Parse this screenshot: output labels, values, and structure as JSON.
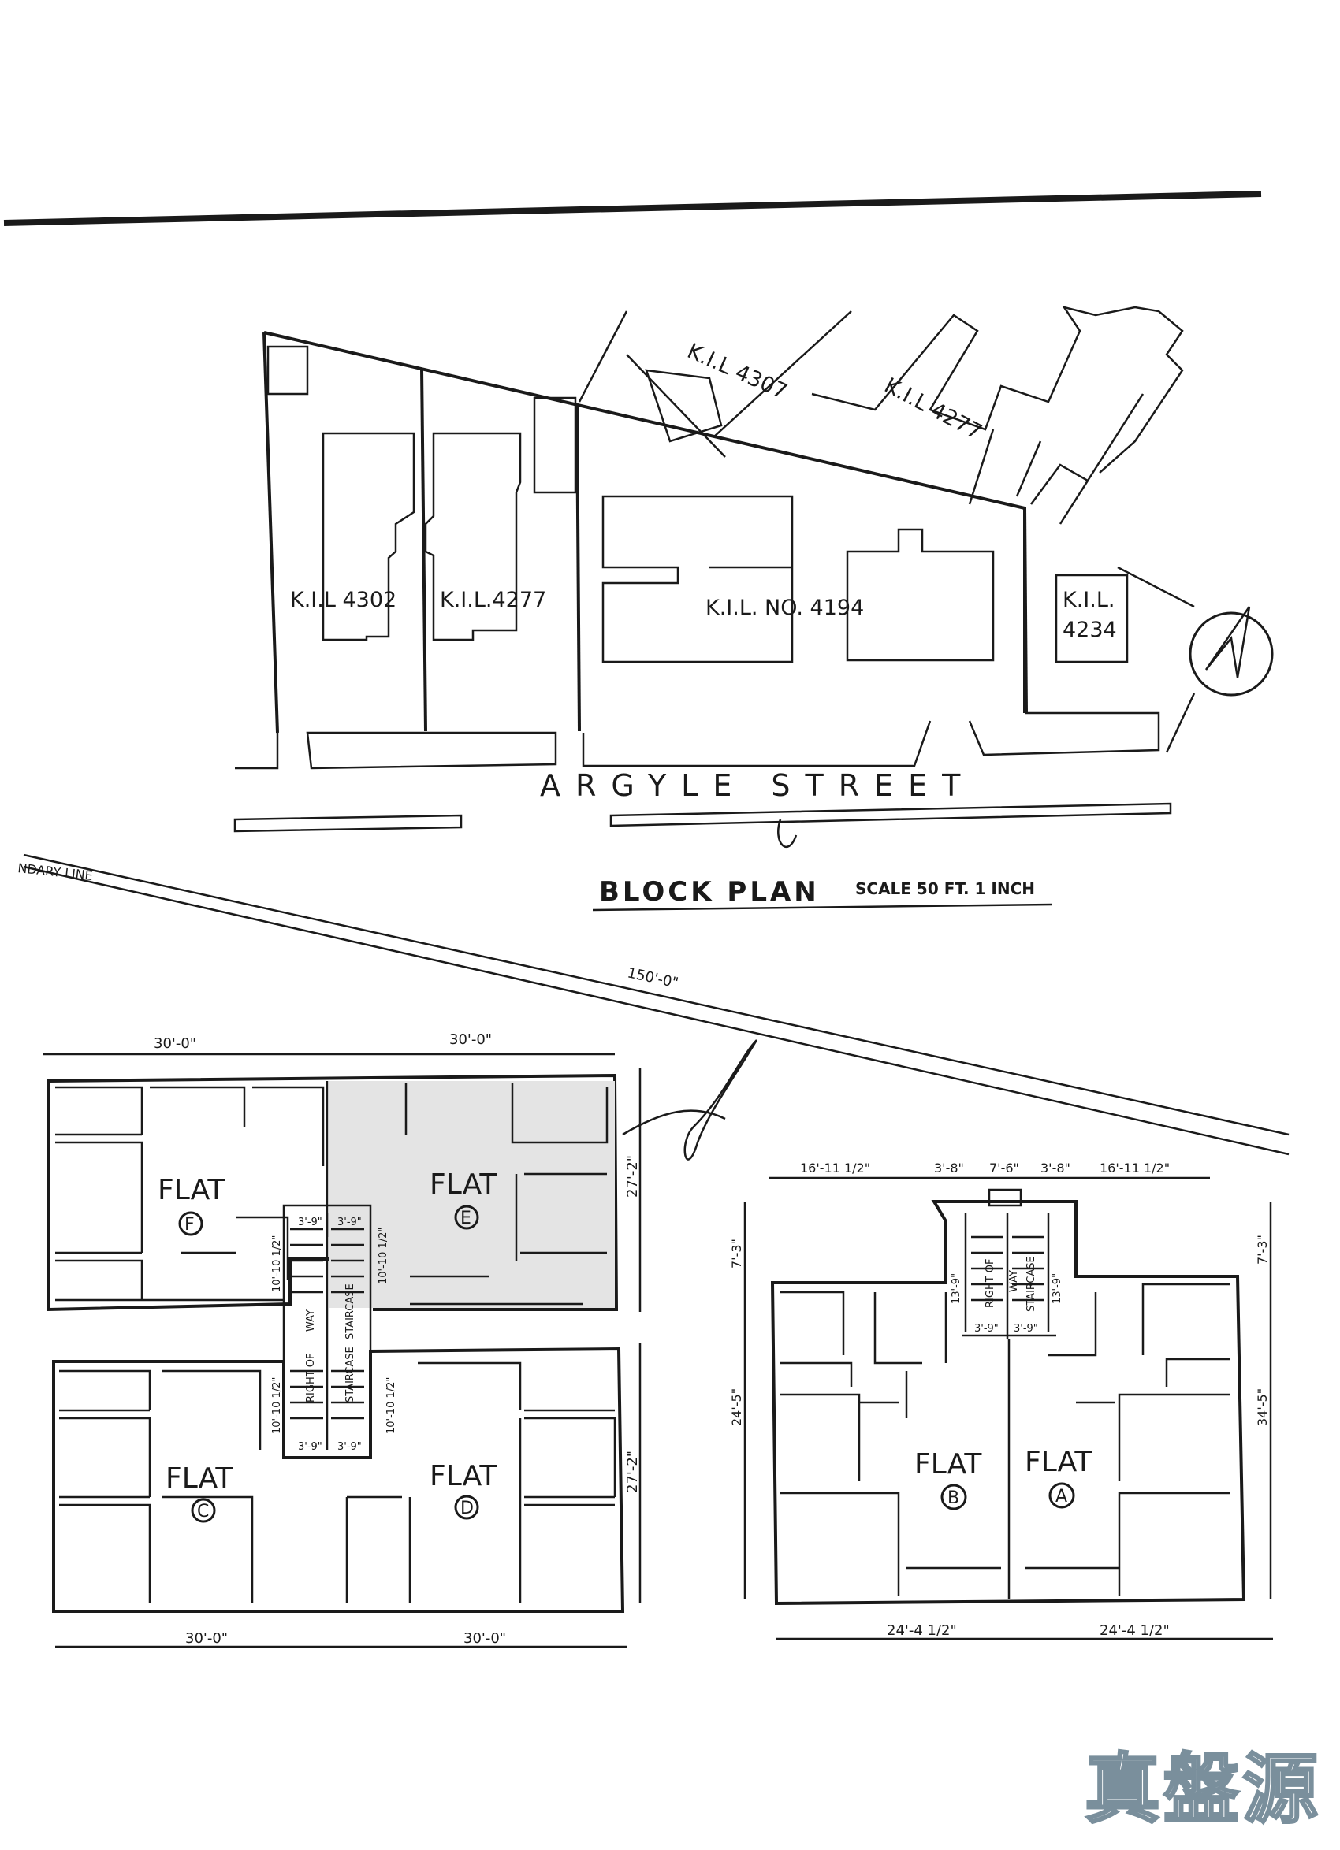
{
  "block_plan": {
    "lots": [
      "K.I.L 4302",
      "K.I.L.4277",
      "K.I.L. NO. 4194",
      "K.I.L.",
      "4234",
      "K.I.L 4307",
      "K.I.L 4277"
    ],
    "street": "ARGYLE STREET",
    "title": "BLOCK PLAN",
    "scale": "SCALE 50 FT. 1 INCH",
    "boundary": "NDARY LINE",
    "frontage": "150'-0\""
  },
  "floor_plan_left": {
    "dims_top": [
      "30'-0\"",
      "30'-0\""
    ],
    "dims_bottom": [
      "30'-0\"",
      "30'-0\""
    ],
    "dims_right": [
      "27'-2\"",
      "27'-2\""
    ],
    "flat_label": "FLAT",
    "flats": [
      "F",
      "E",
      "C",
      "D"
    ],
    "stair_dims": [
      "3'-9\"",
      "3'-9\"",
      "10'-10 1/2\"",
      "10'-10 1/2\"",
      "3'-9\"",
      "3'-9\"",
      "10'-10 1/2\"",
      "10'-10 1/2\""
    ],
    "stair_text": [
      "WAY",
      "STAIRCASE",
      "RIGHT OF",
      "STAIRCASE"
    ]
  },
  "floor_plan_right": {
    "dims_top": [
      "16'-11 1/2\"",
      "3'-8\"",
      "7'-6\"",
      "3'-8\"",
      "16'-11 1/2\""
    ],
    "dims_bottom": [
      "24'-4 1/2\"",
      "24'-4 1/2\""
    ],
    "dims_left": [
      "7'-3\"",
      "24'-5\""
    ],
    "dims_right": [
      "7'-3\"",
      "34'-5\""
    ],
    "flat_label": "FLAT",
    "flats": [
      "B",
      "A"
    ],
    "stair_dims": [
      "13'-9\"",
      "3'-9\"",
      "3'-9\"",
      "13'-9\""
    ],
    "stair_text": [
      "RIGHT OF",
      "WAY",
      "STAIRCASE"
    ]
  },
  "watermark": "真盤源"
}
